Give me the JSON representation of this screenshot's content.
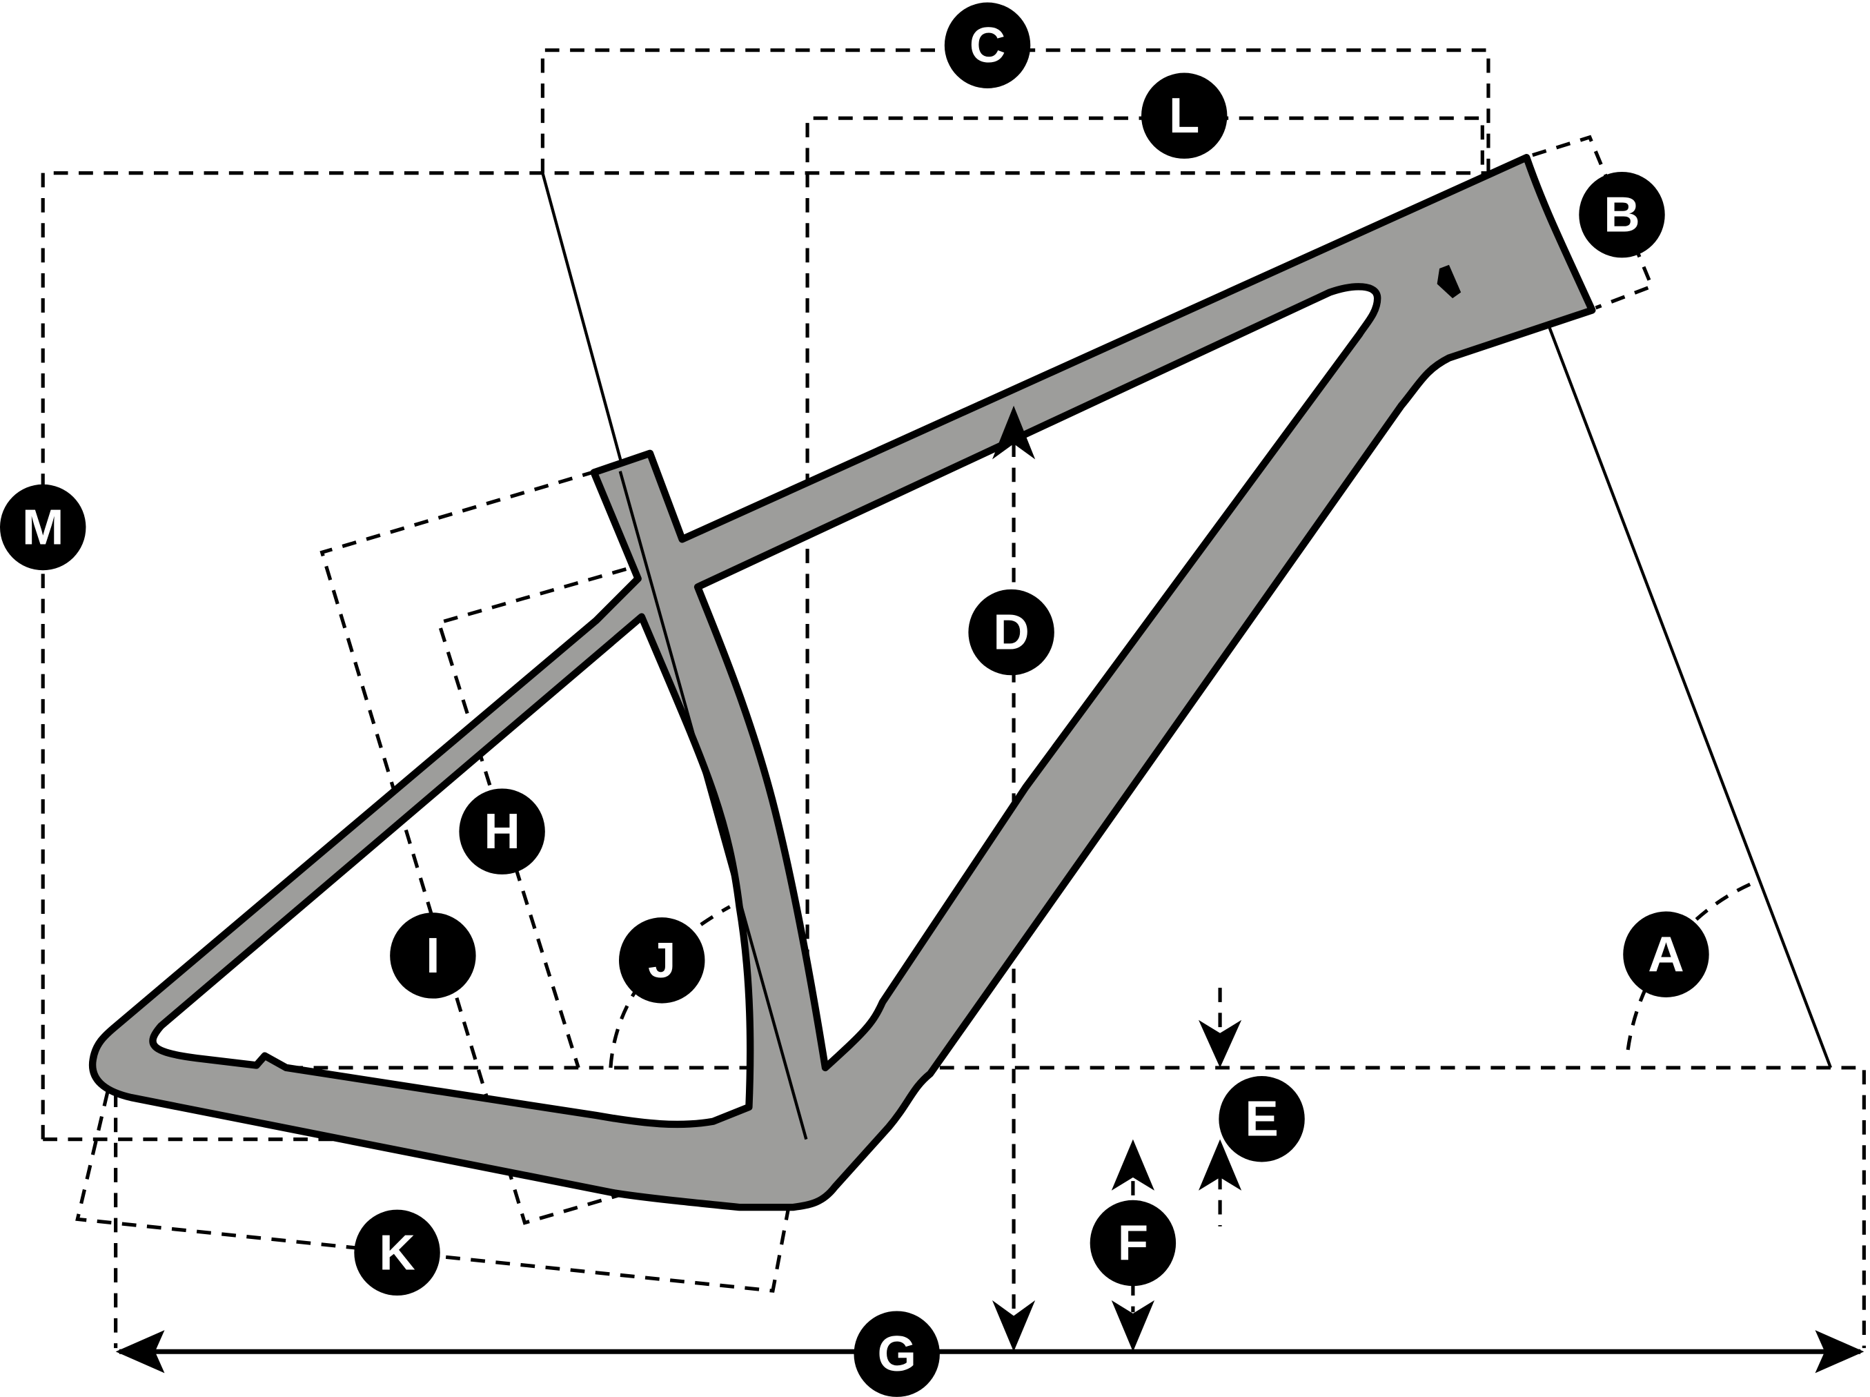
{
  "diagram": {
    "type": "bike-frame-geometry",
    "colors": {
      "frame_fill": "#9d9d9b",
      "outline": "#000000",
      "label_bg": "#000000",
      "label_text": "#ffffff"
    },
    "labels": {
      "A": "A",
      "B": "B",
      "C": "C",
      "D": "D",
      "E": "E",
      "F": "F",
      "G": "G",
      "H": "H",
      "I": "I",
      "J": "J",
      "K": "K",
      "L": "L",
      "M": "M"
    }
  }
}
